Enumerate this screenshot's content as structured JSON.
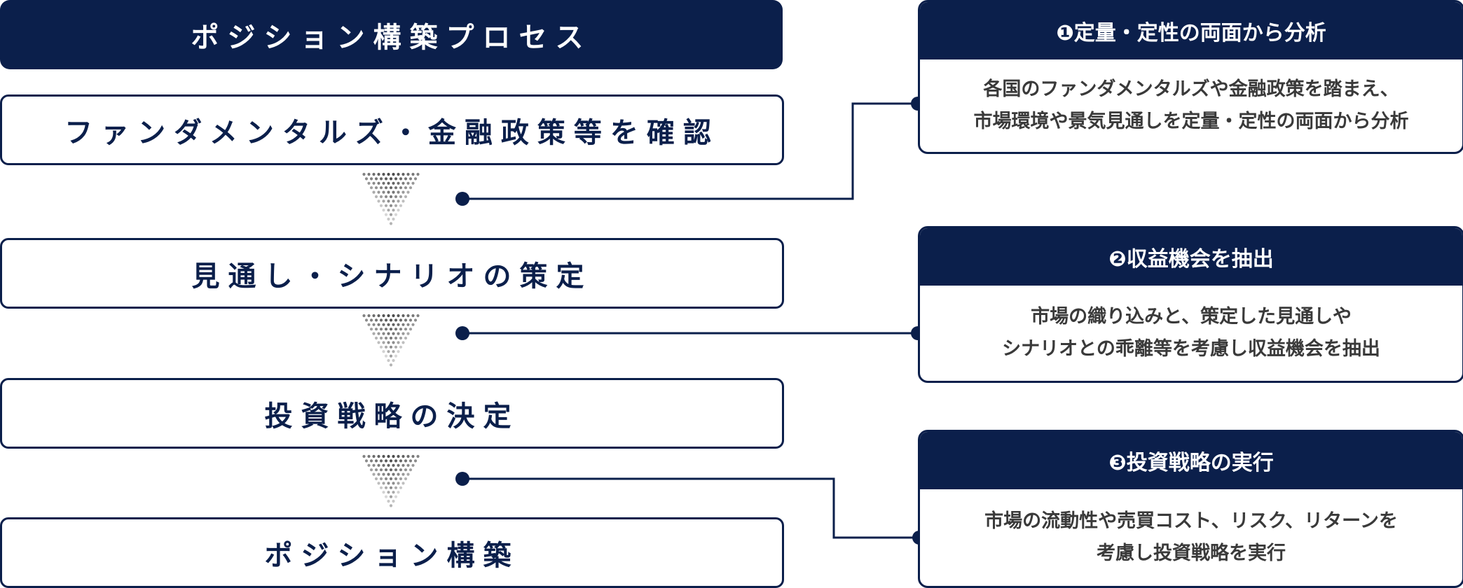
{
  "process": {
    "title": "ポジション構築プロセス",
    "steps": [
      {
        "label": "ファンダメンタルズ・金融政策等を確認"
      },
      {
        "label": "見通し・シナリオの策定"
      },
      {
        "label": "投資戦略の決定"
      },
      {
        "label": "ポジション構築"
      }
    ]
  },
  "cards": [
    {
      "title": "❶定量・定性の両面から分析",
      "line1": "各国のファンダメンタルズや金融政策を踏まえ、",
      "line2": "市場環境や景気見通しを定量・定性の両面から分析"
    },
    {
      "title": "❷収益機会を抽出",
      "line1": "市場の織り込みと、策定した見通しや",
      "line2": "シナリオとの乖離等を考慮し収益機会を抽出"
    },
    {
      "title": "❸投資戦略の実行",
      "line1": "市場の流動性や売買コスト、リスク、リターンを",
      "line2": "考慮し投資戦略を実行"
    }
  ],
  "colors": {
    "navy": "#0b1f4b",
    "body_text": "#3a3a3a",
    "arrow_dots": "#9a9a9a"
  }
}
